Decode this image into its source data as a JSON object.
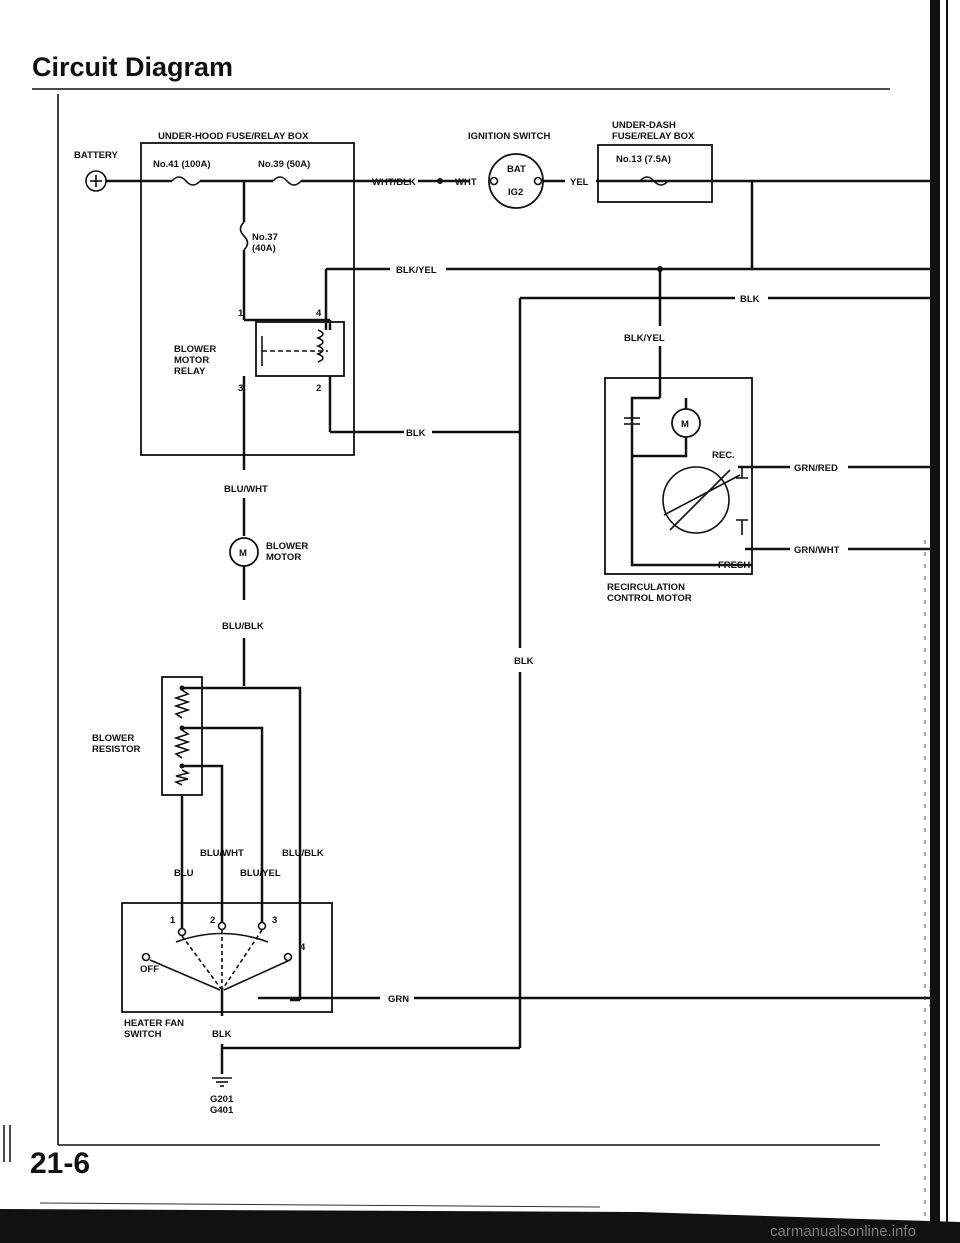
{
  "title": "Circuit Diagram",
  "page_number": "21-6",
  "watermark": "carmanualsonline.info",
  "boxes": {
    "underhood_fuse_relay_box": "UNDER-HOOD FUSE/RELAY BOX",
    "ignition_switch": "IGNITION SWITCH",
    "underdash_fuse_relay_box": [
      "UNDER-DASH",
      "FUSE/RELAY BOX"
    ]
  },
  "components": {
    "battery": "BATTERY",
    "fuse_41": "No.41 (100A)",
    "fuse_39": "No.39 (50A)",
    "fuse_37": [
      "No.37",
      "(40A)"
    ],
    "fuse_13": "No.13 (7.5A)",
    "ign_bat": "BAT",
    "ign_ig2": "IG2",
    "blower_motor_relay": [
      "BLOWER",
      "MOTOR",
      "RELAY"
    ],
    "relay_pins": [
      "1",
      "4",
      "3",
      "2"
    ],
    "blower_motor": [
      "BLOWER",
      "MOTOR"
    ],
    "motor_symbol": "M",
    "blower_resistor": [
      "BLOWER",
      "RESISTOR"
    ],
    "recirc_motor": [
      "RECIRCULATION",
      "CONTROL MOTOR"
    ],
    "recirc_rec": "REC.",
    "recirc_fresh": "FRESH",
    "heater_fan_switch": [
      "HEATER FAN",
      "SWITCH"
    ],
    "switch_off": "OFF",
    "switch_positions": [
      "1",
      "2",
      "3",
      "4"
    ],
    "ground": [
      "G201",
      "G401"
    ]
  },
  "wires": {
    "wht_blk": "WHT/BLK",
    "wht": "WHT",
    "yel": "YEL",
    "blk_yel_top": "BLK/YEL",
    "blk_right": "BLK",
    "blk_yel_recirc": "BLK/YEL",
    "blk_relay": "BLK",
    "grn_red": "GRN/RED",
    "grn_wht": "GRN/WHT",
    "blu_wht": "BLU/WHT",
    "blu_blk": "BLU/BLK",
    "blk_vertical": "BLK",
    "blu_wht_2": "BLU/WHT",
    "blu_blk_2": "BLU/BLK",
    "blu": "BLU",
    "blu_yel": "BLU/YEL",
    "grn": "GRN",
    "blk_switch": "BLK"
  }
}
